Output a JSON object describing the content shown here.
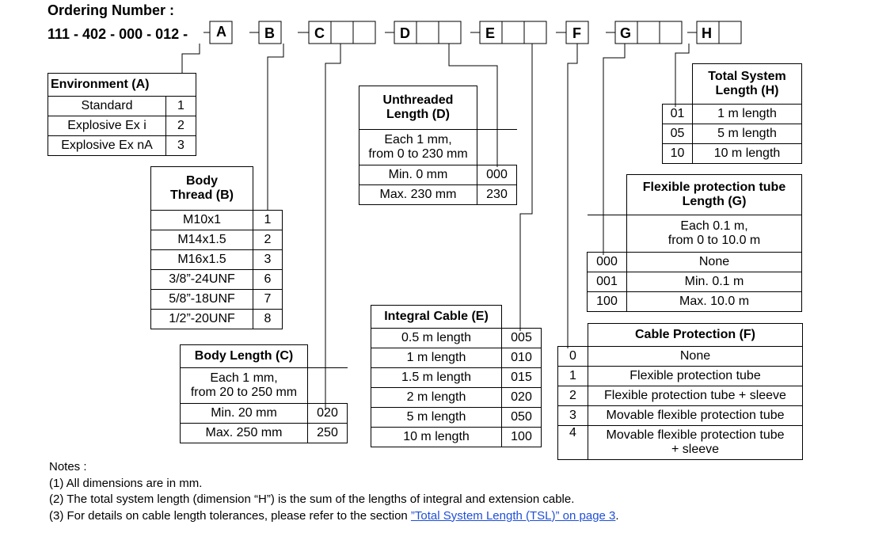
{
  "header": {
    "title": "Ordering Number :",
    "number": "111 - 402 - 000 - 012 -"
  },
  "code_letters": [
    "A",
    "B",
    "C",
    "D",
    "E",
    "F",
    "G",
    "H"
  ],
  "environment": {
    "title": "Environment (A)",
    "rows": [
      [
        "Standard",
        "1"
      ],
      [
        "Explosive Ex i",
        "2"
      ],
      [
        "Explosive Ex nA",
        "3"
      ]
    ]
  },
  "body_thread": {
    "title_l1": "Body",
    "title_l2": "Thread (B)",
    "rows": [
      [
        "M10x1",
        "1"
      ],
      [
        "M14x1.5",
        "2"
      ],
      [
        "M16x1.5",
        "3"
      ],
      [
        "3/8”-24UNF",
        "6"
      ],
      [
        "5/8”-18UNF",
        "7"
      ],
      [
        "1/2”-20UNF",
        "8"
      ]
    ]
  },
  "body_length": {
    "title": "Body Length (C)",
    "desc_l1": "Each 1 mm,",
    "desc_l2": "from 20 to 250 mm",
    "rows": [
      [
        "Min. 20 mm",
        "020"
      ],
      [
        "Max. 250 mm",
        "250"
      ]
    ]
  },
  "unthreaded": {
    "title_l1": "Unthreaded",
    "title_l2": "Length (D)",
    "desc_l1": "Each 1 mm,",
    "desc_l2": "from 0 to 230 mm",
    "rows": [
      [
        "Min. 0 mm",
        "000"
      ],
      [
        "Max. 230 mm",
        "230"
      ]
    ]
  },
  "integral_cable": {
    "title": "Integral Cable (E)",
    "rows": [
      [
        "0.5 m length",
        "005"
      ],
      [
        "1 m length",
        "010"
      ],
      [
        "1.5 m length",
        "015"
      ],
      [
        "2 m length",
        "020"
      ],
      [
        "5 m length",
        "050"
      ],
      [
        "10 m length",
        "100"
      ]
    ]
  },
  "total_length": {
    "title_l1": "Total System",
    "title_l2": "Length (H)",
    "rows": [
      [
        "01",
        "1 m length"
      ],
      [
        "05",
        "5 m length"
      ],
      [
        "10",
        "10 m length"
      ]
    ]
  },
  "flex_tube": {
    "title_l1": "Flexible protection tube",
    "title_l2": "Length (G)",
    "desc_l1": "Each 0.1 m,",
    "desc_l2": "from 0 to 10.0 m",
    "rows": [
      [
        "000",
        "None"
      ],
      [
        "001",
        "Min. 0.1 m"
      ],
      [
        "100",
        "Max. 10.0 m"
      ]
    ]
  },
  "cable_protection": {
    "title": "Cable Protection (F)",
    "rows": [
      [
        "0",
        "None"
      ],
      [
        "1",
        "Flexible protection tube"
      ],
      [
        "2",
        "Flexible protection tube + sleeve"
      ],
      [
        "3",
        "Movable flexible protection tube"
      ]
    ],
    "row4_code": "4",
    "row4_l1": "Movable flexible protection tube",
    "row4_l2": "+ sleeve"
  },
  "notes": {
    "title": "Notes :",
    "n1": "(1) All dimensions are in mm.",
    "n2": "(2) The total system length (dimension “H”) is the sum of the lengths of integral and extension cable.",
    "n3_prefix": "(3) For details on cable length tolerances, please refer to the section ",
    "n3_link": "”Total System Length (TSL)” on page 3",
    "n3_suffix": "."
  }
}
